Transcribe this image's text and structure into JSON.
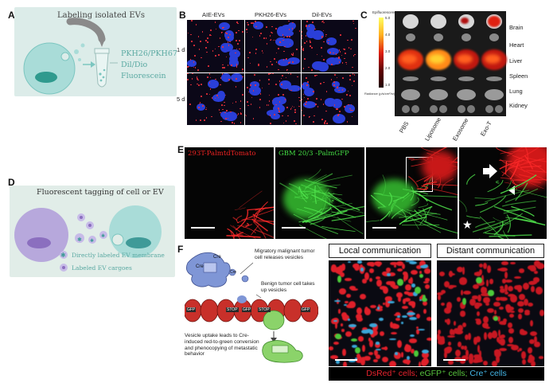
{
  "panelA": {
    "label": "A",
    "title": "Labeling isolated EVs",
    "dyes": [
      "PKH26/PKH67",
      "Dil/Dio",
      "Fluorescein"
    ]
  },
  "panelB": {
    "label": "B",
    "columns": [
      "AIE-EVs",
      "PKH26-EVs",
      "Dil-EVs"
    ],
    "rows": [
      "1 d",
      "5 d"
    ]
  },
  "panelC": {
    "label": "C",
    "colorbar_title": "Epifluorescence",
    "colorbar_ticks": [
      "5.0",
      "4.0",
      "3.0",
      "2.0",
      "1.0"
    ],
    "colorbar_unit": "Radiance (p/s/cm²/sr)",
    "organs": [
      "Brain",
      "Heart",
      "Liver",
      "Spleen",
      "Lung",
      "Kidney"
    ],
    "groups": [
      "PBS",
      "Liposome",
      "Exosome",
      "Exo-T"
    ]
  },
  "panelD": {
    "label": "D",
    "title": "Fluorescent tagging of cell or EV",
    "legend": [
      "Directly labeled EV membrane",
      "Labeled EV cargoes"
    ]
  },
  "panelE": {
    "label": "E",
    "channel1": "293T-PalmtdTomato",
    "channel2": "GBM 20/3 -PalmGFP"
  },
  "panelF": {
    "label": "F",
    "note1": "Migratory malignant tumor cell releases vesicles",
    "note2": "Benign tumor cell takes up vesicles",
    "note3": "Vesicle uptake leads to Cre-induced red-to-green conversion and phenocopying of metastatic behavior",
    "cre": "Cre",
    "seg_labels": [
      "GFP",
      "STOP",
      "GFP",
      "STOP",
      "GFP"
    ],
    "local_title": "Local communication",
    "distant_title": "Distant communication",
    "legend_dsred": "DsRed⁺ cells;",
    "legend_egfp": "eGFP⁺ cells;",
    "legend_cre": "Cre⁺ cells"
  },
  "colors": {
    "teal_text": "#5aa9a2",
    "panel_bg": "#dcece9",
    "dsred": "#e8232e",
    "egfp": "#58c53e",
    "cre": "#44b6e6"
  }
}
